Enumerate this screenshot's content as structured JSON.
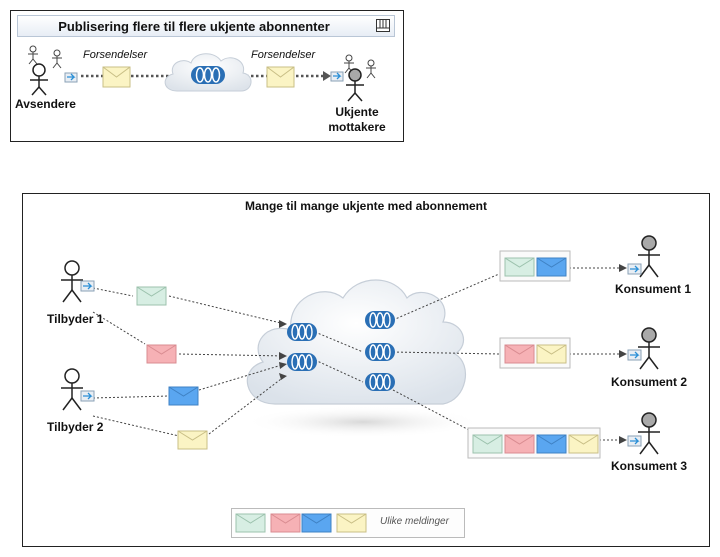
{
  "top": {
    "title": "Publisering flere til flere ukjente abonnenter",
    "sender_label": "Avsendere",
    "receiver_label_line1": "Ukjente",
    "receiver_label_line2": "mottakere",
    "shipments_left": "Forsendelser",
    "shipments_right": "Forsendelser"
  },
  "bottom": {
    "title": "Mange til mange ukjente med abonnement",
    "producers": [
      "Tilbyder 1",
      "Tilbyder 2"
    ],
    "consumers": [
      "Konsument 1",
      "Konsument 2",
      "Konsument 3"
    ],
    "legend_label": "Ulike meldinger"
  },
  "colors": {
    "green": "#d7eee3",
    "red": "#f6b1b5",
    "blue": "#5aa6f0",
    "yellow": "#fbf4c4",
    "queue": "#2a6fb5",
    "cloud_edge": "#c6ced8"
  },
  "icons": [
    "stick-figure-icon",
    "envelope-icon",
    "queue-icon",
    "cloud-icon",
    "diagram-icon"
  ]
}
